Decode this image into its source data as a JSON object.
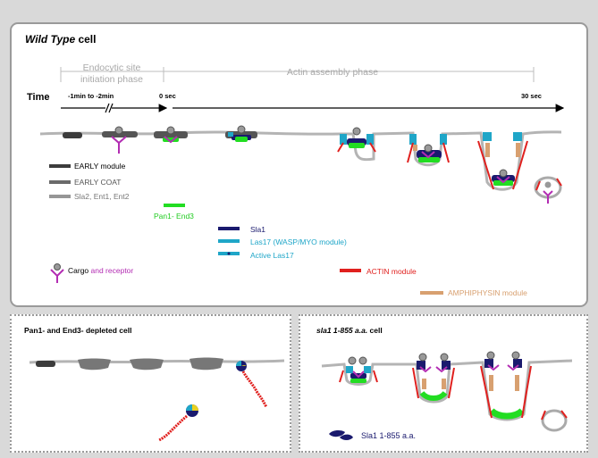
{
  "wild_type": {
    "title_italic": "Wild Type",
    "title_rest": " cell",
    "phase_initiation_line1": "Endocytic site",
    "phase_initiation_line2": "initiation phase",
    "phase_actin": "Actin assembly  phase",
    "time_label": "Time",
    "time_start": "-1min to -2min",
    "time_zero": "0 sec",
    "time_end": "30 sec"
  },
  "legend": {
    "early_module": "EARLY module",
    "early_coat": "EARLY COAT",
    "sla2_ent": "Sla2, Ent1, Ent2",
    "pan1_end3": "Pan1- End3",
    "sla1": "Sla1",
    "las17": "Las17 (WASP/MYO module)",
    "active_las17": "Active Las17",
    "cargo": "Cargo",
    "receptor": " and receptor",
    "actin": "ACTIN module",
    "amphiphysin": "AMPHIPHYSIN module"
  },
  "pan_panel": {
    "title": "Pan1- and End3-  depleted cell"
  },
  "sla_panel": {
    "title_italic": "sla1 1-855 a.a.",
    "title_rest": " cell",
    "legend_label": "Sla1 1-855 a.a."
  },
  "colors": {
    "membrane": "#b4b4b4",
    "early_module": "#3c3c3c",
    "early_coat": "#6a6a6a",
    "sla2": "#969696",
    "pan1_end3": "#22dd22",
    "sla1": "#1a1a6e",
    "las17": "#1fa6c8",
    "actin": "#e0201e",
    "amphiphysin": "#d8a070",
    "receptor": "#b32db3"
  }
}
